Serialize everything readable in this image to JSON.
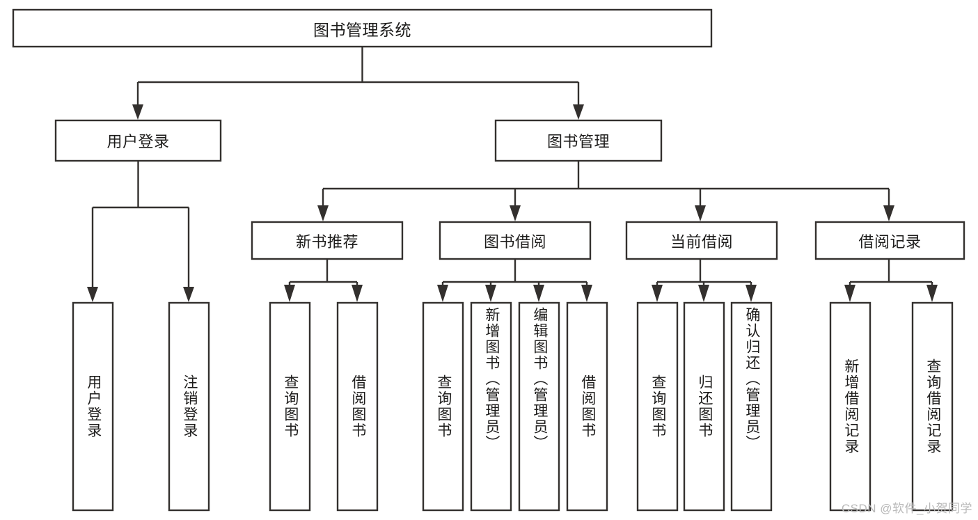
{
  "diagram": {
    "title": "图书管理系统",
    "type": "tree-hierarchy",
    "root": {
      "label": "图书管理系统"
    },
    "level2": [
      {
        "label": "用户登录"
      },
      {
        "label": "图书管理"
      }
    ],
    "level3": [
      {
        "label": "新书推荐"
      },
      {
        "label": "图书借阅"
      },
      {
        "label": "当前借阅"
      },
      {
        "label": "借阅记录"
      }
    ],
    "leaves": {
      "user_login": [
        {
          "label": "用户登录"
        },
        {
          "label": "注销登录"
        }
      ],
      "new_book_recommend": [
        {
          "label": "查询图书"
        },
        {
          "label": "借阅图书"
        }
      ],
      "book_borrow": [
        {
          "label": "查询图书"
        },
        {
          "label": "新增图书（管理员）"
        },
        {
          "label": "编辑图书（管理员）"
        },
        {
          "label": "借阅图书"
        }
      ],
      "current_borrow": [
        {
          "label": "查询图书"
        },
        {
          "label": "归还图书"
        },
        {
          "label": "确认归还（管理员）"
        }
      ],
      "borrow_record": [
        {
          "label": "新增借阅记录"
        },
        {
          "label": "查询借阅记录"
        }
      ]
    },
    "watermark": "CSDN @软件_小贺同学",
    "colors": {
      "stroke": "#33302e",
      "box_fill": "#ffffff",
      "text": "#1d1c1b",
      "watermark": "#b9b9b9",
      "background": "#ffffff"
    }
  }
}
